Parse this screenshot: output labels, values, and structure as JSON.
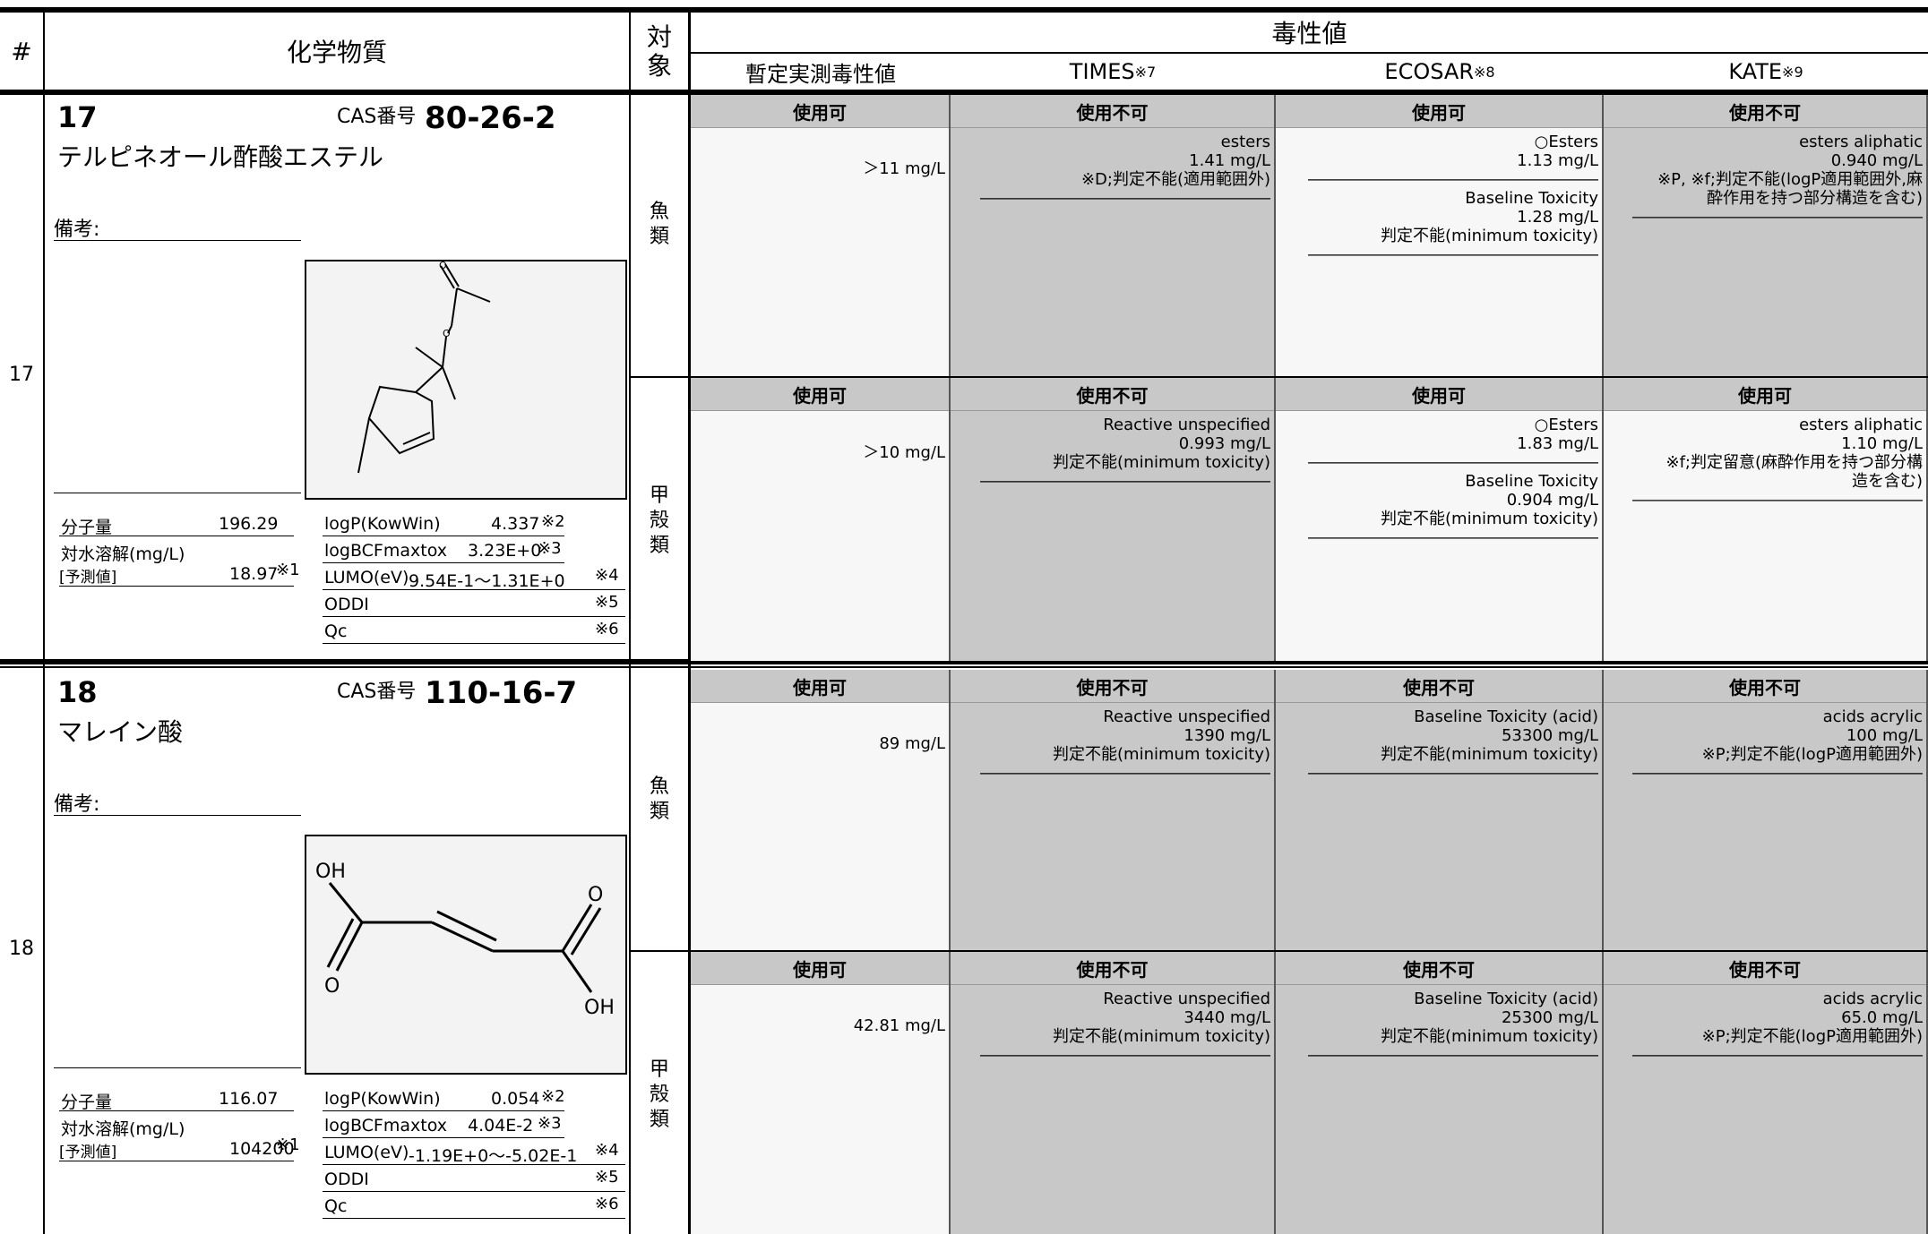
{
  "header": {
    "num": "#",
    "chemical": "化学物質",
    "target": "対象",
    "toxicity": "毒性値",
    "measured": "暫定実測毒性値",
    "times": "TIMES",
    "times_note": "※7",
    "ecosar": "ECOSAR",
    "ecosar_note": "※8",
    "kate": "KATE",
    "kate_note": "※9"
  },
  "labels": {
    "cas": "CAS番号",
    "biko": "備考:",
    "mw": "分子量",
    "sol": "対水溶解(mg/L)",
    "pred": "[予測値]",
    "logp": "logP(KowWin)",
    "logbcf": "logBCFmaxtox",
    "lumo": "LUMO(eV)",
    "oddi": "ODDI",
    "qc": "Qc",
    "n1": "※1",
    "n2": "※2",
    "n3": "※3",
    "n4": "※4",
    "n5": "※5",
    "n6": "※6",
    "fish": "魚類",
    "crust": "甲殻類"
  },
  "compounds": [
    {
      "row": "17",
      "id": "17",
      "cas": "80-26-2",
      "name": "テルピネオール酢酸エステル",
      "mw": "196.29",
      "sol": "18.97",
      "logp": "4.337",
      "logbcf": "3.23E+0",
      "lumo": "9.54E-1～1.31E+0",
      "fish": {
        "measured": {
          "status": "使用可",
          "text": "＞11 mg/L"
        },
        "times": {
          "status": "使用不可",
          "text": "esters\n1.41 mg/L\n※D;判定不能(適用範囲外)\n――――――――――――――――――"
        },
        "ecosar": {
          "status": "使用可",
          "text": "○Esters\n1.13 mg/L\n――――――――――――――――――\nBaseline Toxicity\n1.28 mg/L\n判定不能(minimum toxicity)\n――――――――――――――――――"
        },
        "kate": {
          "status": "使用不可",
          "text": "esters aliphatic\n0.940 mg/L\n※P, ※f;判定不能(logP適用範囲外,麻\n酔作用を持つ部分構造を含む)\n――――――――――――――――――"
        }
      },
      "crust": {
        "measured": {
          "status": "使用可",
          "text": "＞10 mg/L"
        },
        "times": {
          "status": "使用不可",
          "text": "Reactive unspecified\n0.993 mg/L\n判定不能(minimum toxicity)\n――――――――――――――――――"
        },
        "ecosar": {
          "status": "使用可",
          "text": "○Esters\n1.83 mg/L\n――――――――――――――――――\nBaseline Toxicity\n0.904 mg/L\n判定不能(minimum toxicity)\n――――――――――――――――――"
        },
        "kate": {
          "status": "使用可",
          "text": "esters aliphatic\n1.10 mg/L\n※f;判定留意(麻酔作用を持つ部分構\n造を含む)\n――――――――――――――――――"
        }
      }
    },
    {
      "row": "18",
      "id": "18",
      "cas": "110-16-7",
      "name": "マレイン酸",
      "mw": "116.07",
      "sol": "104200",
      "logp": "0.054",
      "logbcf": "4.04E-2",
      "lumo": "-1.19E+0～-5.02E-1",
      "fish": {
        "measured": {
          "status": "使用可",
          "text": "89 mg/L"
        },
        "times": {
          "status": "使用不可",
          "text": "Reactive unspecified\n1390 mg/L\n判定不能(minimum toxicity)\n――――――――――――――――――"
        },
        "ecosar": {
          "status": "使用不可",
          "text": "Baseline Toxicity (acid)\n53300 mg/L\n判定不能(minimum toxicity)\n――――――――――――――――――"
        },
        "kate": {
          "status": "使用不可",
          "text": "acids acrylic\n100 mg/L\n※P;判定不能(logP適用範囲外)\n――――――――――――――――――"
        }
      },
      "crust": {
        "measured": {
          "status": "使用可",
          "text": "42.81 mg/L"
        },
        "times": {
          "status": "使用不可",
          "text": "Reactive unspecified\n3440 mg/L\n判定不能(minimum toxicity)\n――――――――――――――――――"
        },
        "ecosar": {
          "status": "使用不可",
          "text": "Baseline Toxicity (acid)\n25300 mg/L\n判定不能(minimum toxicity)\n――――――――――――――――――"
        },
        "kate": {
          "status": "使用不可",
          "text": "acids acrylic\n65.0 mg/L\n※P;判定不能(logP適用範囲外)\n――――――――――――――――――"
        }
      }
    }
  ],
  "colors": {
    "unusable_fill": "#c8c8c8",
    "usable_fill": "#f7f7f7",
    "header_fill": "#c8c8c8"
  }
}
